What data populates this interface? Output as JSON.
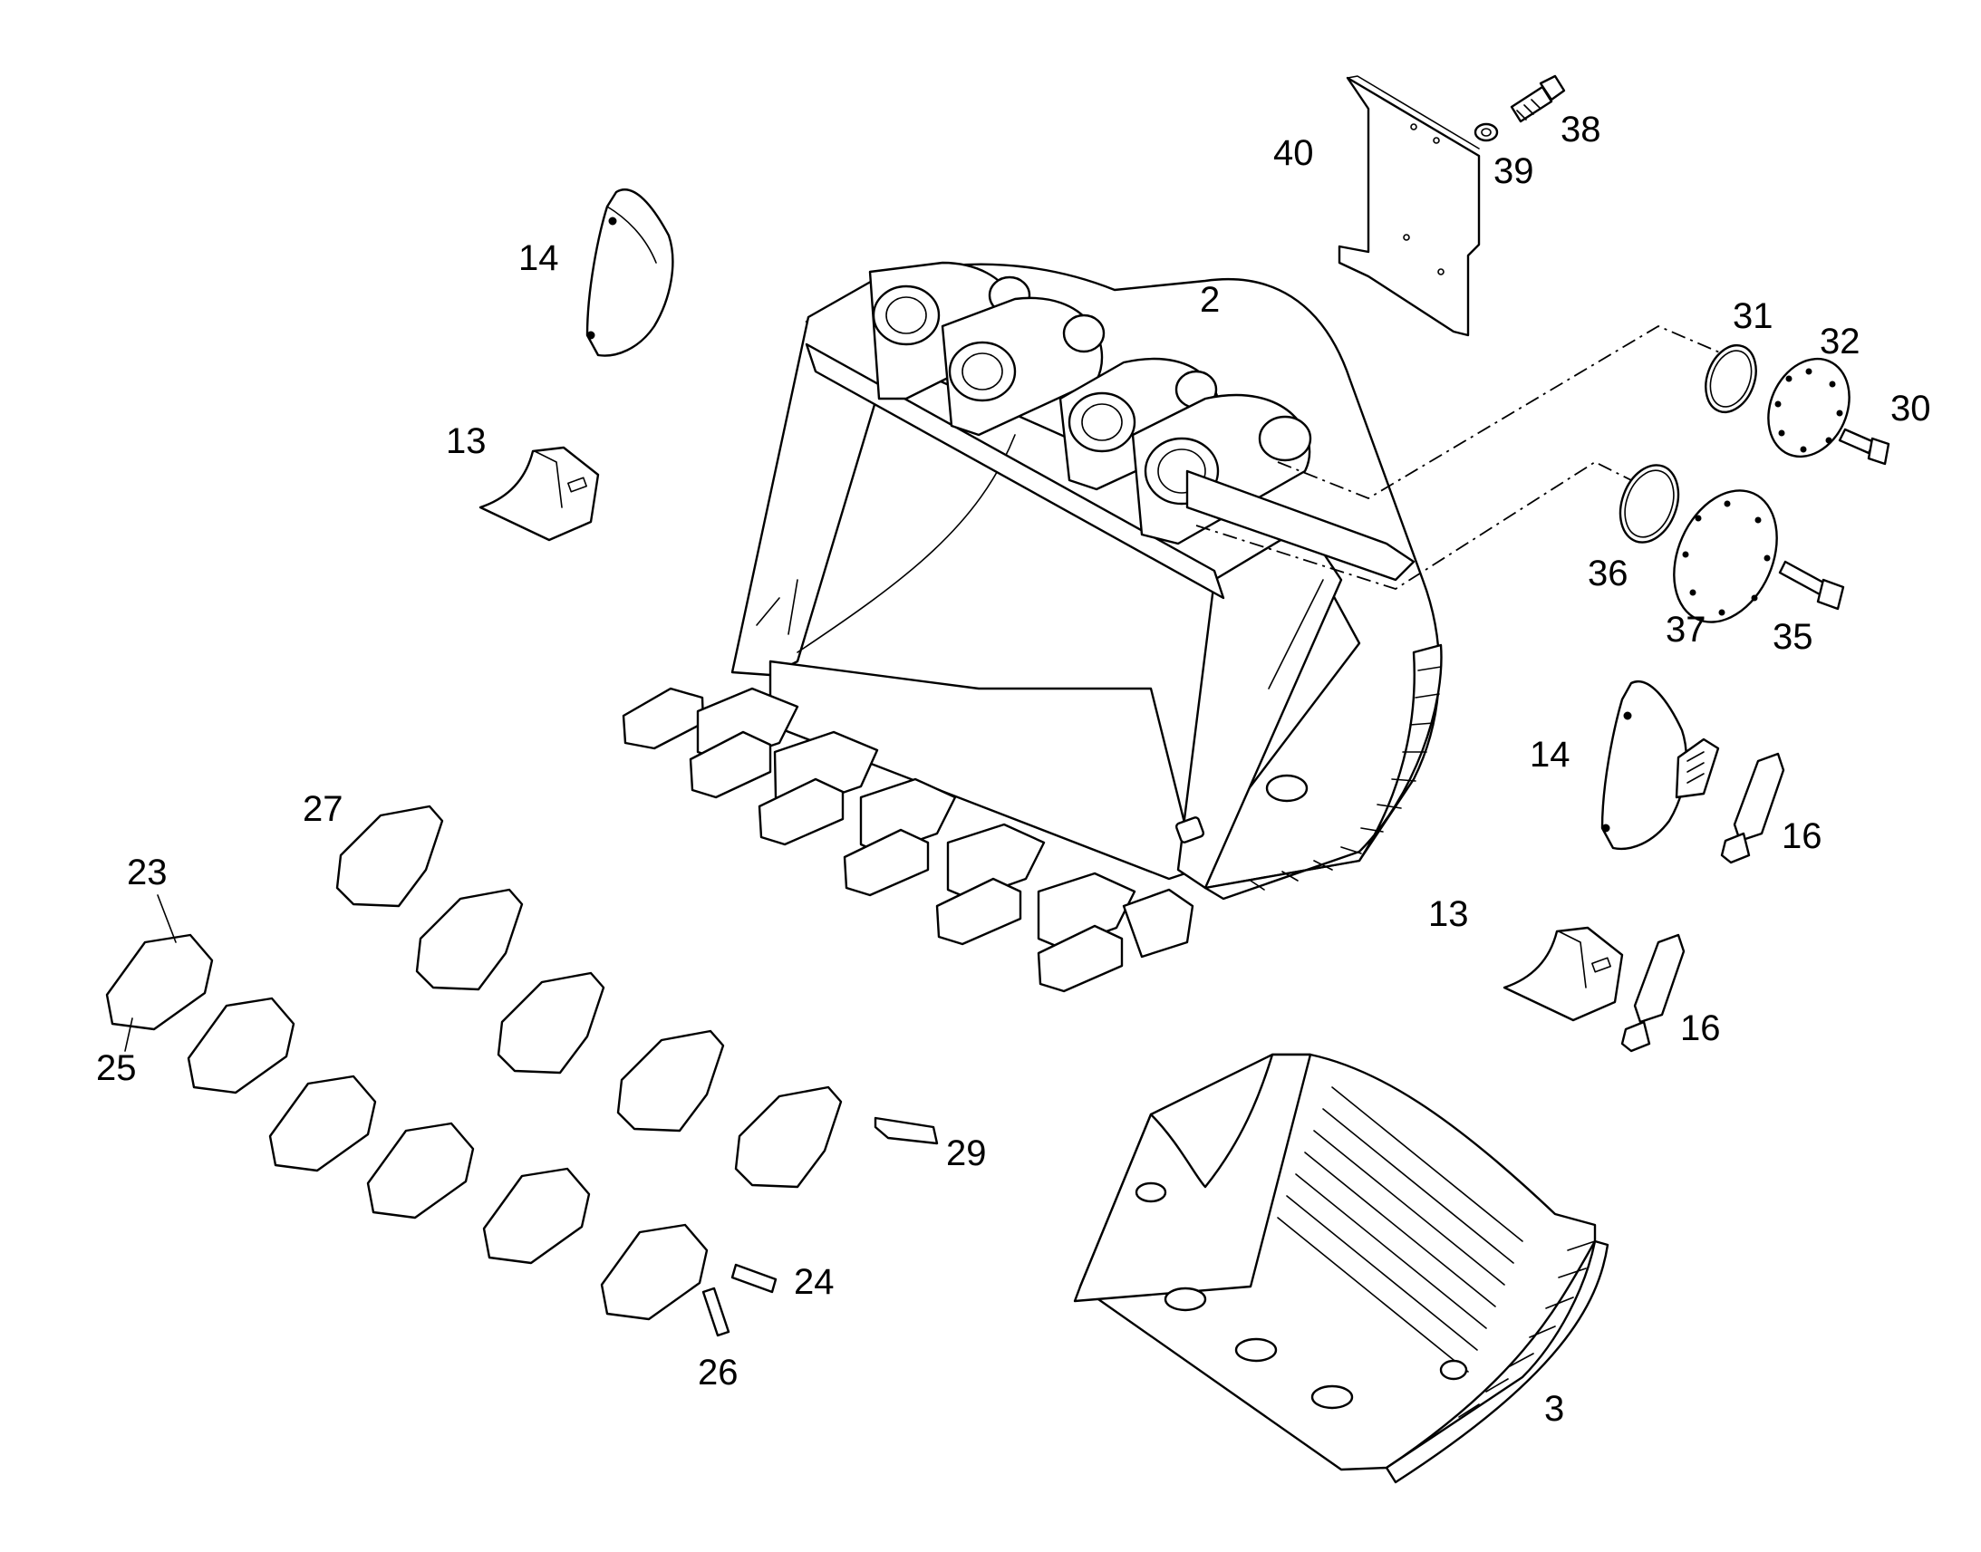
{
  "callouts": [
    {
      "id": "c40",
      "text": "40"
    },
    {
      "id": "c38",
      "text": "38"
    },
    {
      "id": "c39",
      "text": "39"
    },
    {
      "id": "c14a",
      "text": "14"
    },
    {
      "id": "c2",
      "text": "2"
    },
    {
      "id": "c31",
      "text": "31"
    },
    {
      "id": "c32",
      "text": "32"
    },
    {
      "id": "c30",
      "text": "30"
    },
    {
      "id": "c13a",
      "text": "13"
    },
    {
      "id": "c36",
      "text": "36"
    },
    {
      "id": "c37",
      "text": "37"
    },
    {
      "id": "c35",
      "text": "35"
    },
    {
      "id": "c14b",
      "text": "14"
    },
    {
      "id": "c16a",
      "text": "16"
    },
    {
      "id": "c27",
      "text": "27"
    },
    {
      "id": "c23",
      "text": "23"
    },
    {
      "id": "c13b",
      "text": "13"
    },
    {
      "id": "c16b",
      "text": "16"
    },
    {
      "id": "c25",
      "text": "25"
    },
    {
      "id": "c29",
      "text": "29"
    },
    {
      "id": "c24",
      "text": "24"
    },
    {
      "id": "c26",
      "text": "26"
    },
    {
      "id": "c3",
      "text": "3"
    }
  ],
  "colors": {
    "line": "#000000",
    "background": "#ffffff"
  }
}
